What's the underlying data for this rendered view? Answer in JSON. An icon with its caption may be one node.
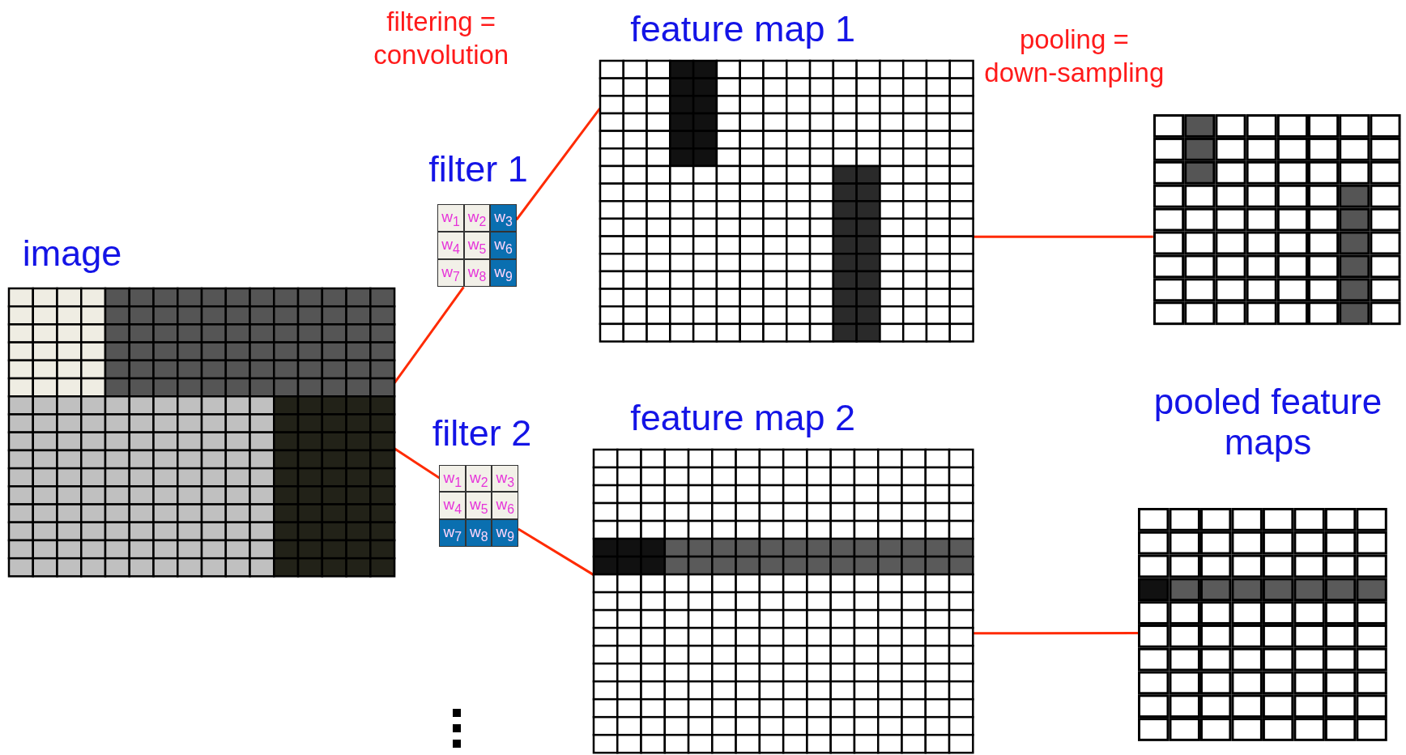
{
  "diagram": {
    "nodes": [
      {
        "text": [
          "image"
        ]
      },
      {
        "text": [
          "filter 1",
          "w$_{1}$",
          "w$_{2}$",
          "w$_{3}$",
          "w$_{4}$",
          "w$_{5}$",
          "w$_{6}$",
          "w$_{7}$",
          "w$_{8}$",
          "w$_{9}$"
        ]
      },
      {
        "text": [
          "filter 2",
          "w$_{1}$",
          "w$_{2}$",
          "w$_{3}$",
          "w$_{4}$",
          "w$_{5}$",
          "w$_{6}$",
          "w$_{7}$",
          "w$_{8}$",
          "w$_{9}$"
        ]
      },
      {
        "text": [
          "feature map 1"
        ]
      },
      {
        "text": [
          "feature map 2"
        ]
      },
      {
        "text": [],
        "shape": "grid"
      },
      {
        "text": [],
        "shape": "grid"
      }
    ],
    "edges": [
      {
        "from": 0,
        "to": 1,
        "arrow": "none"
      },
      {
        "from": 1,
        "to": 3,
        "arrow": "none"
      },
      {
        "from": 0,
        "to": 2,
        "arrow": "none"
      },
      {
        "from": 2,
        "to": 4,
        "arrow": "none"
      },
      {
        "from": 3,
        "to": 5,
        "arrow": "none"
      },
      {
        "from": 4,
        "to": 6,
        "arrow": "none"
      }
    ],
    "labels": [
      "filtering = convolution",
      "pooling = down-sampling",
      "pooled feature maps"
    ]
  }
}
